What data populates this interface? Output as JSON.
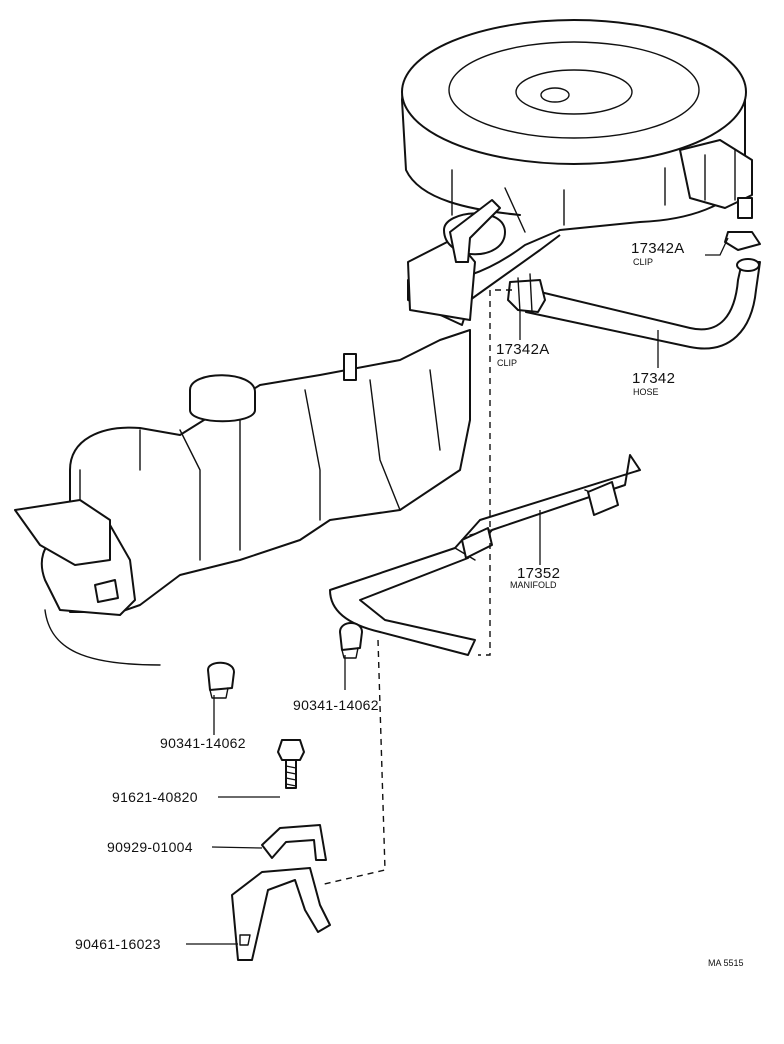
{
  "parts": {
    "clip_upper": {
      "number": "17342A",
      "name": "CLIP"
    },
    "clip_lower": {
      "number": "17342A",
      "name": "CLIP"
    },
    "hose": {
      "number": "17342",
      "name": "HOSE"
    },
    "manifold": {
      "number": "17352",
      "name": "MANIFOLD"
    },
    "plug_right": {
      "number": "90341-14062"
    },
    "plug_left": {
      "number": "90341-14062"
    },
    "bolt": {
      "number": "91621-40820"
    },
    "bracket_small": {
      "number": "90929-01004"
    },
    "bracket_main": {
      "number": "90461-16023"
    }
  },
  "drawing_code": "MA 5515"
}
